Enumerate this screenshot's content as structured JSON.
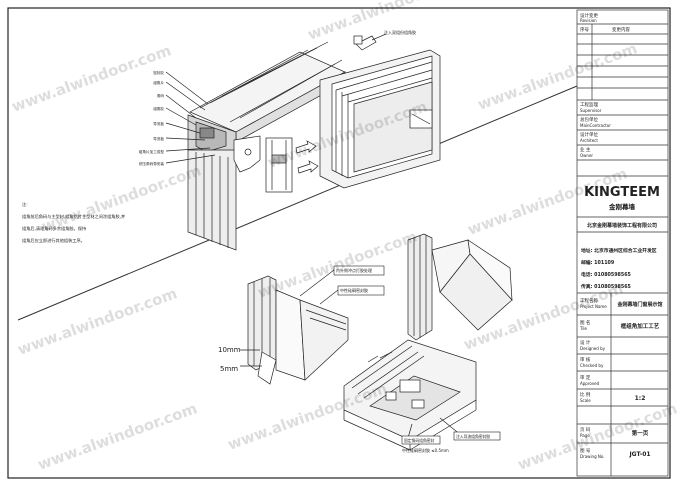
{
  "title_block": {
    "revision_cn": "设计变更",
    "revision_en": "Revision",
    "no_label": "序号",
    "change_content": "变更内容",
    "supervisor_cn": "工程监理",
    "supervisor_en": "Supervisor",
    "maincontractor_cn": "总包单位",
    "maincontractor_en": "MainContractor",
    "architect_cn": "设计单位",
    "architect_en": "Architect",
    "owner_cn": "业 主",
    "owner_en": "Owner",
    "brand": "KINGTEEM",
    "brand_sub": "金刚幕墙",
    "company": "北京金刚幕墙装饰工程有限公司",
    "address": "地址: 北京市通州区综合工业开发区",
    "postcode": "邮编: 101109",
    "tel": "电话: 01080598565",
    "fax": "传真: 01080598565",
    "project_cn": "工程名称",
    "project_en": "Project Name",
    "project_value": "金刚幕墙门窗展示馆",
    "tile_cn": "图 名",
    "tile_en": "Tile",
    "tile_value": "框组角加工工艺",
    "designed_cn": "设 计",
    "designed_en": "Designed by",
    "checked_cn": "审 核",
    "checked_en": "Checked by",
    "approved_cn": "审 定",
    "approved_en": "Approved",
    "scale_cn": "比 例",
    "scale_en": "Scale",
    "scale_value": "1:2",
    "page_cn": "页 码",
    "page_en": "Page",
    "page_value": "第一页",
    "drawing_cn": "图 号",
    "drawing_en": "Drawing No.",
    "drawing_value": "JGT-01"
  },
  "labels": {
    "top_leaders": [
      "密封胶",
      "组角片",
      "角码",
      "组角胶",
      "导流板",
      "导流板",
      "组角片加工成型",
      "挤压角码带安装"
    ],
    "inject_note": "注入双组份组角胶",
    "note_title": "注:",
    "note_line1": "组角前后角码与主型材,组角铝片主型材之间涂组角胶,并",
    "note_line2": "组角后,清理角码多余组角胶。保持",
    "note_line3": "组角后应立即进行其他组装工序。",
    "punch_note": "内外侧冲点打胶处理",
    "middle_note": "中性硅硐密封胶",
    "dim_10": "10mm",
    "dim_5": "5mm",
    "bottom_left": "固定角码组角密封",
    "bottom_right": "注入导流组角密封胶",
    "bottom_small": "中性硅硐密封胶 ≤0.5mm"
  },
  "watermark": "www.alwindoor.com"
}
